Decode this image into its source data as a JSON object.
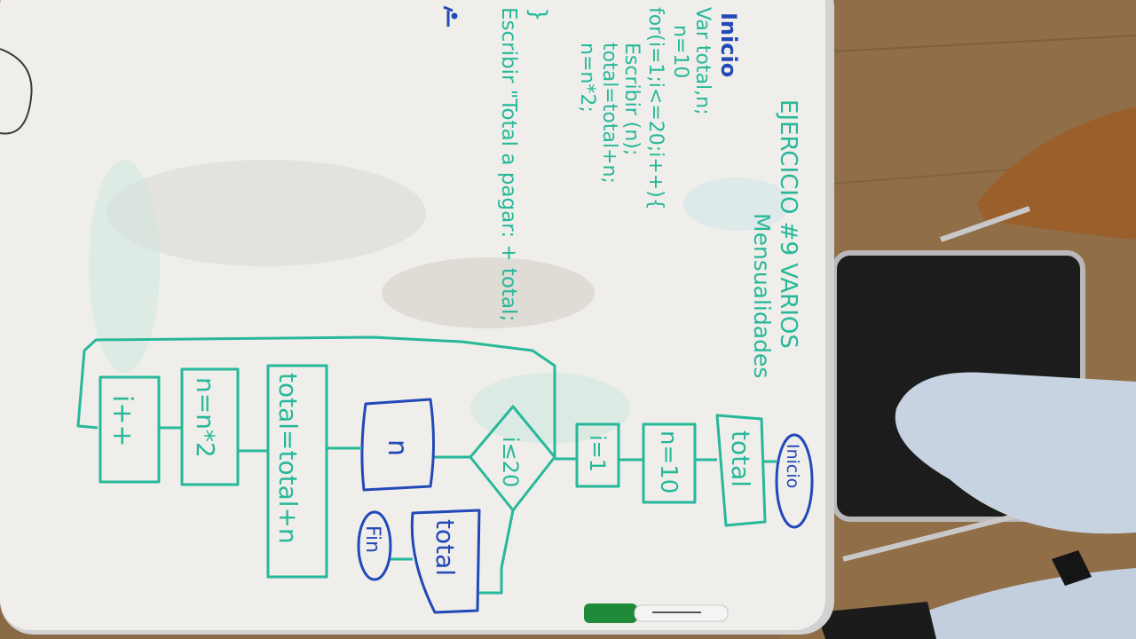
{
  "heading": {
    "line1": "EJERCICIO #9 VARIOS",
    "line2": "Mensualidades"
  },
  "code": {
    "lines": [
      "Inicio",
      "Var total,n;",
      "n=10",
      "for(i=1;i<=20;i++){",
      "Escribir (n);",
      "total=total+n;",
      "n=n*2;",
      "}",
      "Escribir \"Total a pagar: + total;"
    ]
  },
  "flowchart": {
    "start": "Inicio",
    "declare": "total",
    "init_n": "n=10",
    "init_i": "i=1",
    "condition": "i≤20",
    "output_n": "n",
    "accumulate": "total=total+n",
    "double_n": "n=n*2",
    "increment": "i++",
    "output_total": "total",
    "end": "Fin"
  },
  "colors": {
    "ink_green": "#27b89a",
    "ink_blue": "#2348b8",
    "board": "#f1f0ec",
    "floor": "#8a6a44"
  }
}
